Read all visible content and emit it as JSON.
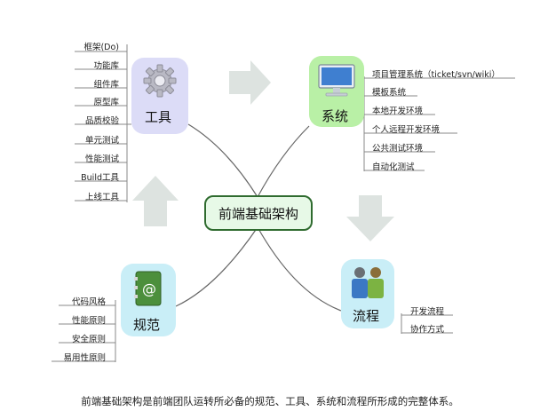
{
  "center": {
    "label": "前端基础架构"
  },
  "branches": {
    "tools": {
      "label": "工具",
      "color": "#dcdcf7",
      "icon": "gear-icon",
      "leaves": [
        "框架(Do)",
        "功能库",
        "组件库",
        "原型库",
        "品质校验",
        "单元测试",
        "性能测试",
        "Build工具",
        "上线工具"
      ]
    },
    "system": {
      "label": "系统",
      "color": "#b9f0a6",
      "icon": "monitor-icon",
      "leaves": [
        "项目管理系统（ticket/svn/wiki）",
        "模板系统",
        "本地开发环境",
        "个人远程开发环境",
        "公共测试环境",
        "自动化测试"
      ]
    },
    "standards": {
      "label": "规范",
      "color": "#c9eef7",
      "icon": "address-book-icon",
      "leaves": [
        "代码风格",
        "性能原则",
        "安全原则",
        "易用性原则"
      ]
    },
    "process": {
      "label": "流程",
      "color": "#c9eef7",
      "icon": "people-icon",
      "leaves": [
        "开发流程",
        "协作方式"
      ]
    }
  },
  "caption": "前端基础架构是前端团队运转所必备的规范、工具、系统和流程所形成的完整体系。"
}
